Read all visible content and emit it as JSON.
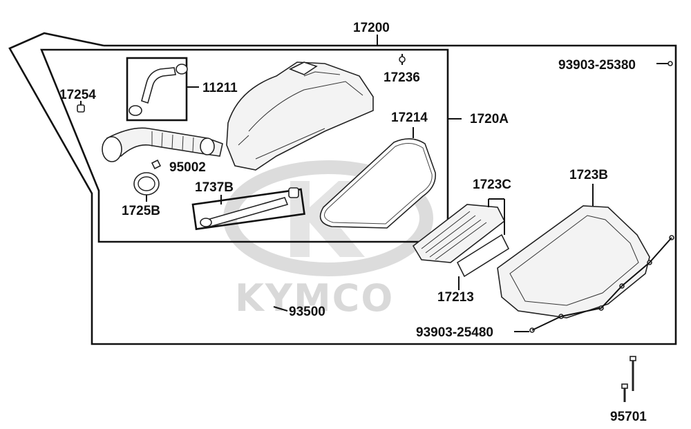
{
  "watermark": {
    "brand_text": "KYMCO"
  },
  "labels": {
    "assembly": "17200",
    "p11211": "11211",
    "p17254": "17254",
    "p17236": "17236",
    "p1720A": "1720A",
    "p17214": "17214",
    "p95002": "95002",
    "p1737B": "1737B",
    "p1725B": "1725B",
    "p1723C": "1723C",
    "p1723B": "1723B",
    "p17213": "17213",
    "p93500": "93500",
    "p93903_25380": "93903-25380",
    "p93903_25480": "93903-25480",
    "p95701": "95701"
  },
  "colors": {
    "line": "#111111",
    "watermark": "#d9d9d9",
    "background": "#ffffff"
  }
}
